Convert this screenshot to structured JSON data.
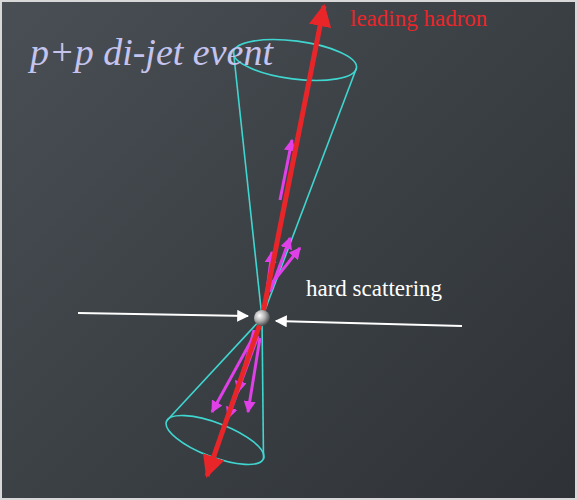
{
  "diagram": {
    "title": "p+p di-jet event",
    "labels": [
      "leading hadron",
      "hard scattering"
    ]
  }
}
